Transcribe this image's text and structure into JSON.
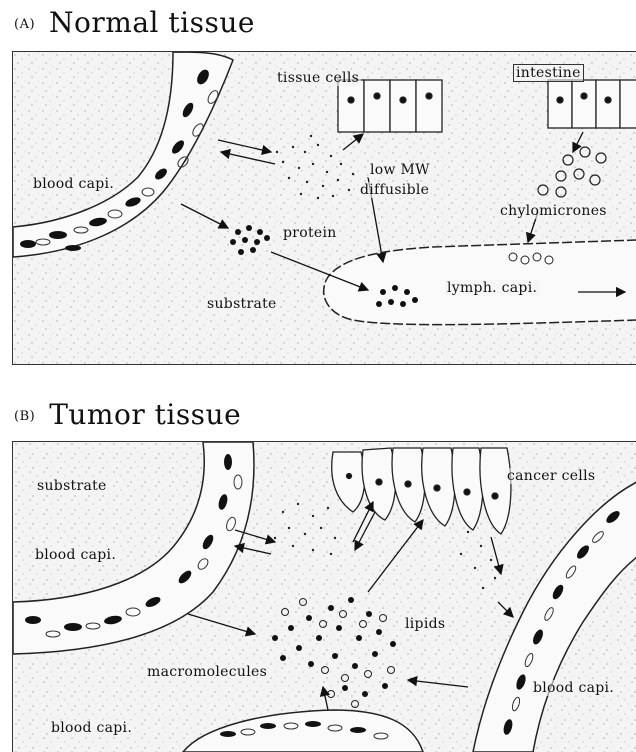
{
  "panel_a": {
    "tag": "(A)",
    "title": "Normal tissue",
    "labels": {
      "tissue_cells": "tissue cells",
      "intestine": "intestine",
      "blood_capi": "blood capi.",
      "low_mw": "low MW",
      "diffusible": "diffusible",
      "chylomicrones": "chylomicrones",
      "protein": "protein",
      "substrate": "substrate",
      "lymph_capi": "lymph. capi."
    }
  },
  "panel_b": {
    "tag": "(B)",
    "title": "Tumor tissue",
    "labels": {
      "substrate": "substrate",
      "cancer_cells": "cancer cells",
      "blood_capi_left": "blood capi.",
      "lipids": "lipids",
      "macromolecules": "macromolecules",
      "blood_capi_right": "blood capi.",
      "blood_capi_bottom": "blood capi."
    }
  }
}
